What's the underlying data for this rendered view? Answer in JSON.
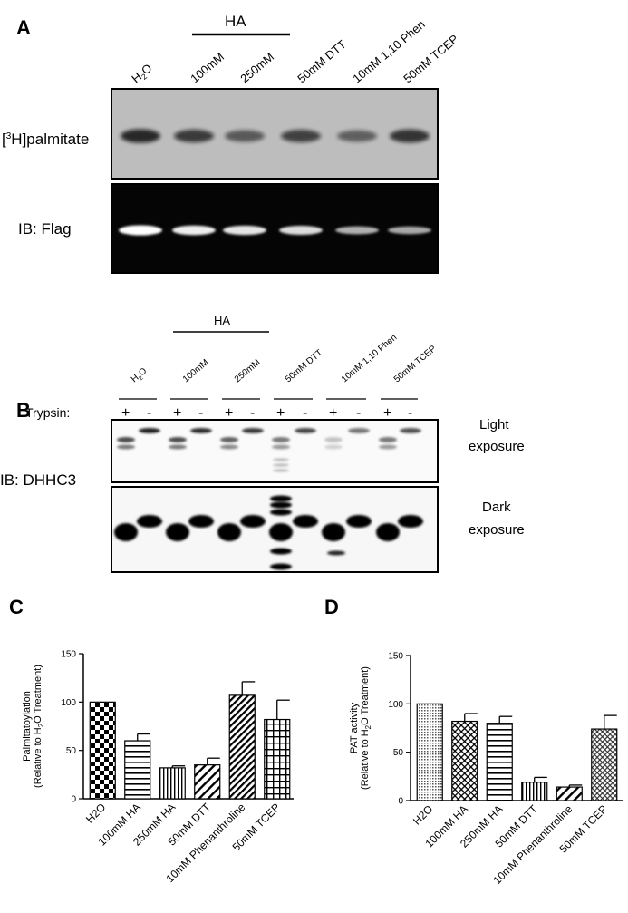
{
  "panels": {
    "A": "A",
    "B": "B",
    "C": "C",
    "D": "D"
  },
  "panel_a": {
    "ha_label": "HA",
    "lanes": [
      {
        "pre": "H",
        "sub": "2",
        "post": "O"
      },
      {
        "pre": "100mM",
        "sub": "",
        "post": ""
      },
      {
        "pre": "250mM",
        "sub": "",
        "post": ""
      },
      {
        "pre": "50mM DTT",
        "sub": "",
        "post": ""
      },
      {
        "pre": "10mM 1,10 Phen",
        "sub": "",
        "post": ""
      },
      {
        "pre": "50mM TCEP",
        "sub": "",
        "post": ""
      }
    ],
    "row1_label": {
      "pre": "[",
      "sup": "3",
      "post": "H]palmitate"
    },
    "row2_label": "IB: Flag",
    "band_top": [
      0.85,
      0.7,
      0.5,
      0.65,
      0.45,
      0.75
    ],
    "band_bottom": [
      1.0,
      0.9,
      0.85,
      0.8,
      0.55,
      0.5
    ]
  },
  "panel_b": {
    "ha_label": "HA",
    "lanes": [
      {
        "pre": "H",
        "sub": "2",
        "post": "O"
      },
      {
        "pre": "100mM",
        "sub": "",
        "post": ""
      },
      {
        "pre": "250mM",
        "sub": "",
        "post": ""
      },
      {
        "pre": "50mM DTT",
        "sub": "",
        "post": ""
      },
      {
        "pre": "10mM 1,10 Phen",
        "sub": "",
        "post": ""
      },
      {
        "pre": "50mM TCEP",
        "sub": "",
        "post": ""
      }
    ],
    "trypsin_label": "Trypsin:",
    "plus": "+",
    "minus": "-",
    "ib_label": "IB: DHHC3",
    "light_label": [
      "Light",
      "exposure"
    ],
    "dark_label": [
      "Dark",
      "exposure"
    ]
  },
  "chart_data": [
    {
      "type": "bar",
      "panel": "C",
      "title": "",
      "ylabel_line1": "Palmitatoylation",
      "ylabel_line2": {
        "pre": "(Relative to H",
        "sub": "2",
        "post": "O Treatment)"
      },
      "ylim": [
        0,
        150
      ],
      "yticks": [
        0,
        50,
        100,
        150
      ],
      "categories": [
        "H2O",
        "100mM HA",
        "250mM HA",
        "50mM DTT",
        "10mM Phenanthroline",
        "50mM TCEP"
      ],
      "values": [
        100,
        60,
        32,
        35,
        107,
        82
      ],
      "errors": [
        0,
        7,
        2,
        7,
        14,
        20
      ],
      "patterns": [
        "checker",
        "hlines",
        "vlines",
        "diag",
        "diag-dense",
        "grid"
      ]
    },
    {
      "type": "bar",
      "panel": "D",
      "title": "",
      "ylabel_line1": "PAT activity",
      "ylabel_line2": {
        "pre": "(Relative to H",
        "sub": "2",
        "post": "O Treatment)"
      },
      "ylim": [
        0,
        150
      ],
      "yticks": [
        0,
        50,
        100,
        150
      ],
      "categories": [
        "H2O",
        "100mM HA",
        "250mM HA",
        "50mM DTT",
        "10mM Phenanthroline",
        "50mM TCEP"
      ],
      "values": [
        100,
        82,
        80,
        19,
        14,
        74
      ],
      "errors": [
        0,
        8,
        7,
        5,
        2,
        14
      ],
      "patterns": [
        "dots",
        "crosshatch",
        "hlines",
        "vlines",
        "diag",
        "crossdiag"
      ]
    }
  ]
}
